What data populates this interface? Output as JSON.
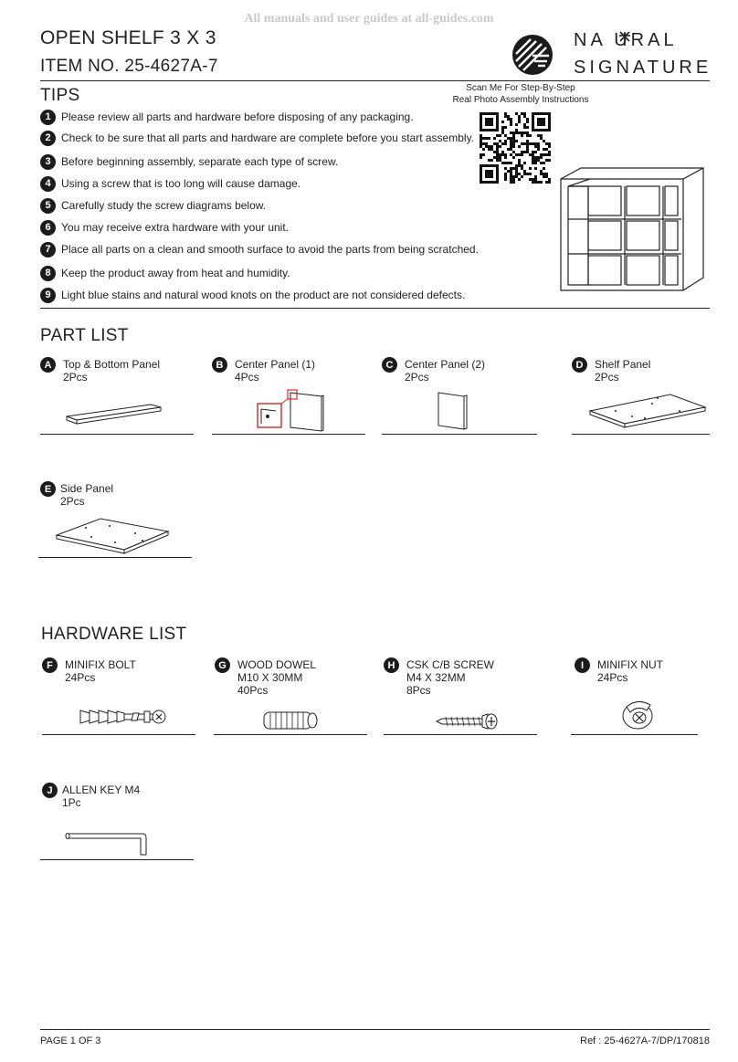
{
  "watermark": "All manuals and user guides at all-guides.com",
  "header": {
    "title": "OPEN SHELF 3 X 3",
    "item_no": "ITEM NO. 25-4627A-7",
    "brand_line1": "NA URAL",
    "brand_line2": "SIGNATURE",
    "qr_note_line1": "Scan Me For Step-By-Step",
    "qr_note_line2": "Real Photo Assembly Instructions"
  },
  "tips": {
    "heading": "TIPS",
    "items": [
      {
        "num": "1",
        "text": "Please review all parts and hardware before disposing of any packaging."
      },
      {
        "num": "2",
        "text": "Check to be sure that all parts and hardware are complete before you start assembly."
      },
      {
        "num": "3",
        "text": "Before beginning assembly, separate each type of screw."
      },
      {
        "num": "4",
        "text": "Using a screw that is too long will cause damage."
      },
      {
        "num": "5",
        "text": "Carefully study the screw diagrams below."
      },
      {
        "num": "6",
        "text": "You may receive extra hardware with your unit."
      },
      {
        "num": "7",
        "text": "Place all parts on a clean and smooth surface to avoid the parts from being scratched."
      },
      {
        "num": "8",
        "text": "Keep the product away from heat and humidity."
      },
      {
        "num": "9",
        "text": "Light blue stains and natural wood knots on the product are not considered defects."
      }
    ]
  },
  "parts": {
    "heading": "PART LIST",
    "items": [
      {
        "letter": "A",
        "name": "Top & Bottom Panel",
        "qty": "2Pcs"
      },
      {
        "letter": "B",
        "name": "Center Panel (1)",
        "qty": "4Pcs"
      },
      {
        "letter": "C",
        "name": "Center Panel (2)",
        "qty": "2Pcs"
      },
      {
        "letter": "D",
        "name": "Shelf Panel",
        "qty": "2Pcs"
      },
      {
        "letter": "E",
        "name": "Side Panel",
        "qty": "2Pcs"
      }
    ]
  },
  "hardware": {
    "heading": "HARDWARE LIST",
    "items": [
      {
        "letter": "F",
        "name": "MINIFIX BOLT",
        "spec": "",
        "qty": "24Pcs"
      },
      {
        "letter": "G",
        "name": "WOOD DOWEL",
        "spec": "M10 X 30MM",
        "qty": "40Pcs"
      },
      {
        "letter": "H",
        "name": "CSK C/B SCREW",
        "spec": "M4 X 32MM",
        "qty": "8Pcs"
      },
      {
        "letter": "I",
        "name": "MINIFIX NUT",
        "spec": "",
        "qty": "24Pcs"
      },
      {
        "letter": "J",
        "name": "ALLEN KEY M4",
        "spec": "",
        "qty": "1Pc"
      }
    ]
  },
  "footer": {
    "page": "PAGE 1 OF 3",
    "ref": "Ref : 25-4627A-7/DP/170818"
  },
  "colors": {
    "ink": "#1a1a1a",
    "highlight": "#d62828",
    "watermark": "#c9c9c9"
  }
}
